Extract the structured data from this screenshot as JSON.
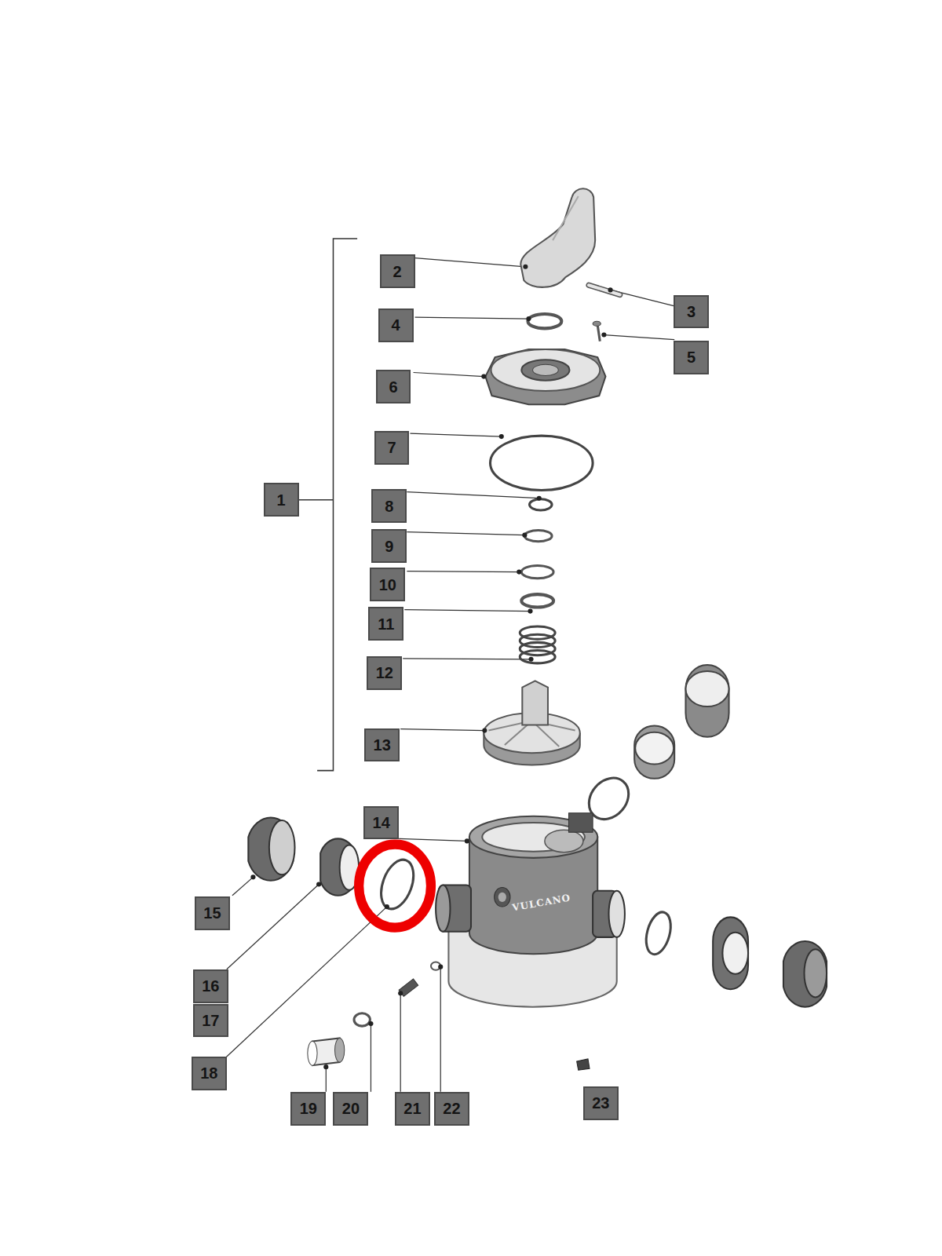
{
  "diagram": {
    "labels": [
      "1",
      "2",
      "3",
      "4",
      "5",
      "6",
      "7",
      "8",
      "9",
      "10",
      "11",
      "12",
      "13",
      "14",
      "15",
      "16",
      "17",
      "18",
      "19",
      "20",
      "21",
      "22",
      "23",
      "VULCANO"
    ]
  }
}
